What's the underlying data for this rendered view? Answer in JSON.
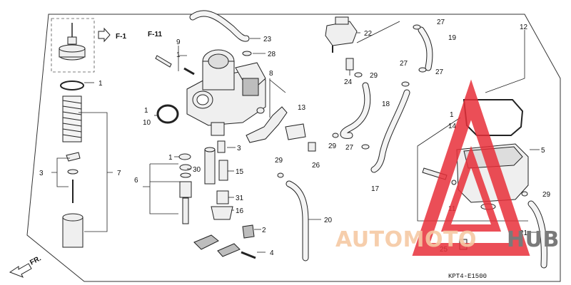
{
  "callouts": [
    {
      "id": "f1",
      "text": "F-1"
    },
    {
      "id": "f11",
      "text": "F-11"
    },
    {
      "id": "p1a",
      "text": "1"
    },
    {
      "id": "p1b",
      "text": "1"
    },
    {
      "id": "p1c",
      "text": "1"
    },
    {
      "id": "p1d",
      "text": "1"
    },
    {
      "id": "p1e",
      "text": "1"
    },
    {
      "id": "p2",
      "text": "2"
    },
    {
      "id": "p3a",
      "text": "3"
    },
    {
      "id": "p3b",
      "text": "3"
    },
    {
      "id": "p4",
      "text": "4"
    },
    {
      "id": "p5",
      "text": "5"
    },
    {
      "id": "p6",
      "text": "6"
    },
    {
      "id": "p7",
      "text": "7"
    },
    {
      "id": "p8",
      "text": "8"
    },
    {
      "id": "p9",
      "text": "9"
    },
    {
      "id": "p10",
      "text": "10"
    },
    {
      "id": "p11",
      "text": "11"
    },
    {
      "id": "p12",
      "text": "12"
    },
    {
      "id": "p13",
      "text": "13"
    },
    {
      "id": "p14",
      "text": "14"
    },
    {
      "id": "p15",
      "text": "15"
    },
    {
      "id": "p16",
      "text": "16"
    },
    {
      "id": "p17",
      "text": "17"
    },
    {
      "id": "p18",
      "text": "18"
    },
    {
      "id": "p19",
      "text": "19"
    },
    {
      "id": "p20",
      "text": "20"
    },
    {
      "id": "p21",
      "text": "21"
    },
    {
      "id": "p22",
      "text": "22"
    },
    {
      "id": "p23",
      "text": "23"
    },
    {
      "id": "p24",
      "text": "24"
    },
    {
      "id": "p25",
      "text": "25"
    },
    {
      "id": "p26",
      "text": "26"
    },
    {
      "id": "p27a",
      "text": "27"
    },
    {
      "id": "p27b",
      "text": "27"
    },
    {
      "id": "p27c",
      "text": "27"
    },
    {
      "id": "p27d",
      "text": "27"
    },
    {
      "id": "p28",
      "text": "28"
    },
    {
      "id": "p29a",
      "text": "29"
    },
    {
      "id": "p29b",
      "text": "29"
    },
    {
      "id": "p29c",
      "text": "29"
    },
    {
      "id": "p29d",
      "text": "29"
    },
    {
      "id": "p30",
      "text": "30"
    },
    {
      "id": "p31",
      "text": "31"
    }
  ],
  "fr_label": "FR.",
  "diagram_code": "KPT4-E1500",
  "watermark": {
    "text_a": "AUTOMOTO",
    "text_b": "HUB",
    "color_a": "#f5c9a3",
    "color_b": "#7a7a7a",
    "logo_color": "#e8303a"
  }
}
